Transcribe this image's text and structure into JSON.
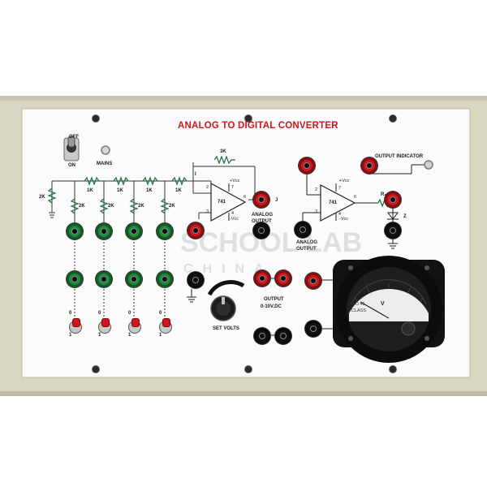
{
  "panel": {
    "title": "ANALOG TO DIGITAL CONVERTER",
    "switch_off": "OFF",
    "switch_on": "ON",
    "mains": "MAINS",
    "output_indicator": "OUTPUT INDICATOR"
  },
  "ladder": {
    "r_2k": "2K",
    "r_1k": "1K",
    "r_3k": "3K",
    "bit_0": "0",
    "bit_1": "1"
  },
  "opamp": {
    "name": "741",
    "pin2": "2",
    "pin3": "3",
    "pin4": "4",
    "pin6": "6",
    "pin7": "7",
    "vcc_pos": "+Vcc",
    "vcc_neg": "-Vcc",
    "current_label": "I",
    "j_label": "J",
    "analog_output": "ANALOG",
    "analog_output_2": "OUTPUT"
  },
  "comparator": {
    "analog_output": "ANALOG",
    "analog_output_2": "OUTPUT",
    "rs_label": "R₂",
    "z_label": "Z"
  },
  "supply": {
    "output": "OUTPUT",
    "range": "0-10V.DC",
    "set_volts": "SET VOLTS"
  },
  "meter": {
    "unit": "V",
    "scale_text": "MO 45",
    "sub_text": "CLASS"
  },
  "watermark": {
    "brand": "SCHOOL LAB",
    "sub": "CHINA"
  },
  "colors": {
    "frame": "#d6d6bf",
    "plate": "#fbfbfb",
    "title": "#d0161b",
    "socket_red": "#d0161b",
    "socket_green": "#1f8a3c",
    "socket_black": "#111111"
  }
}
